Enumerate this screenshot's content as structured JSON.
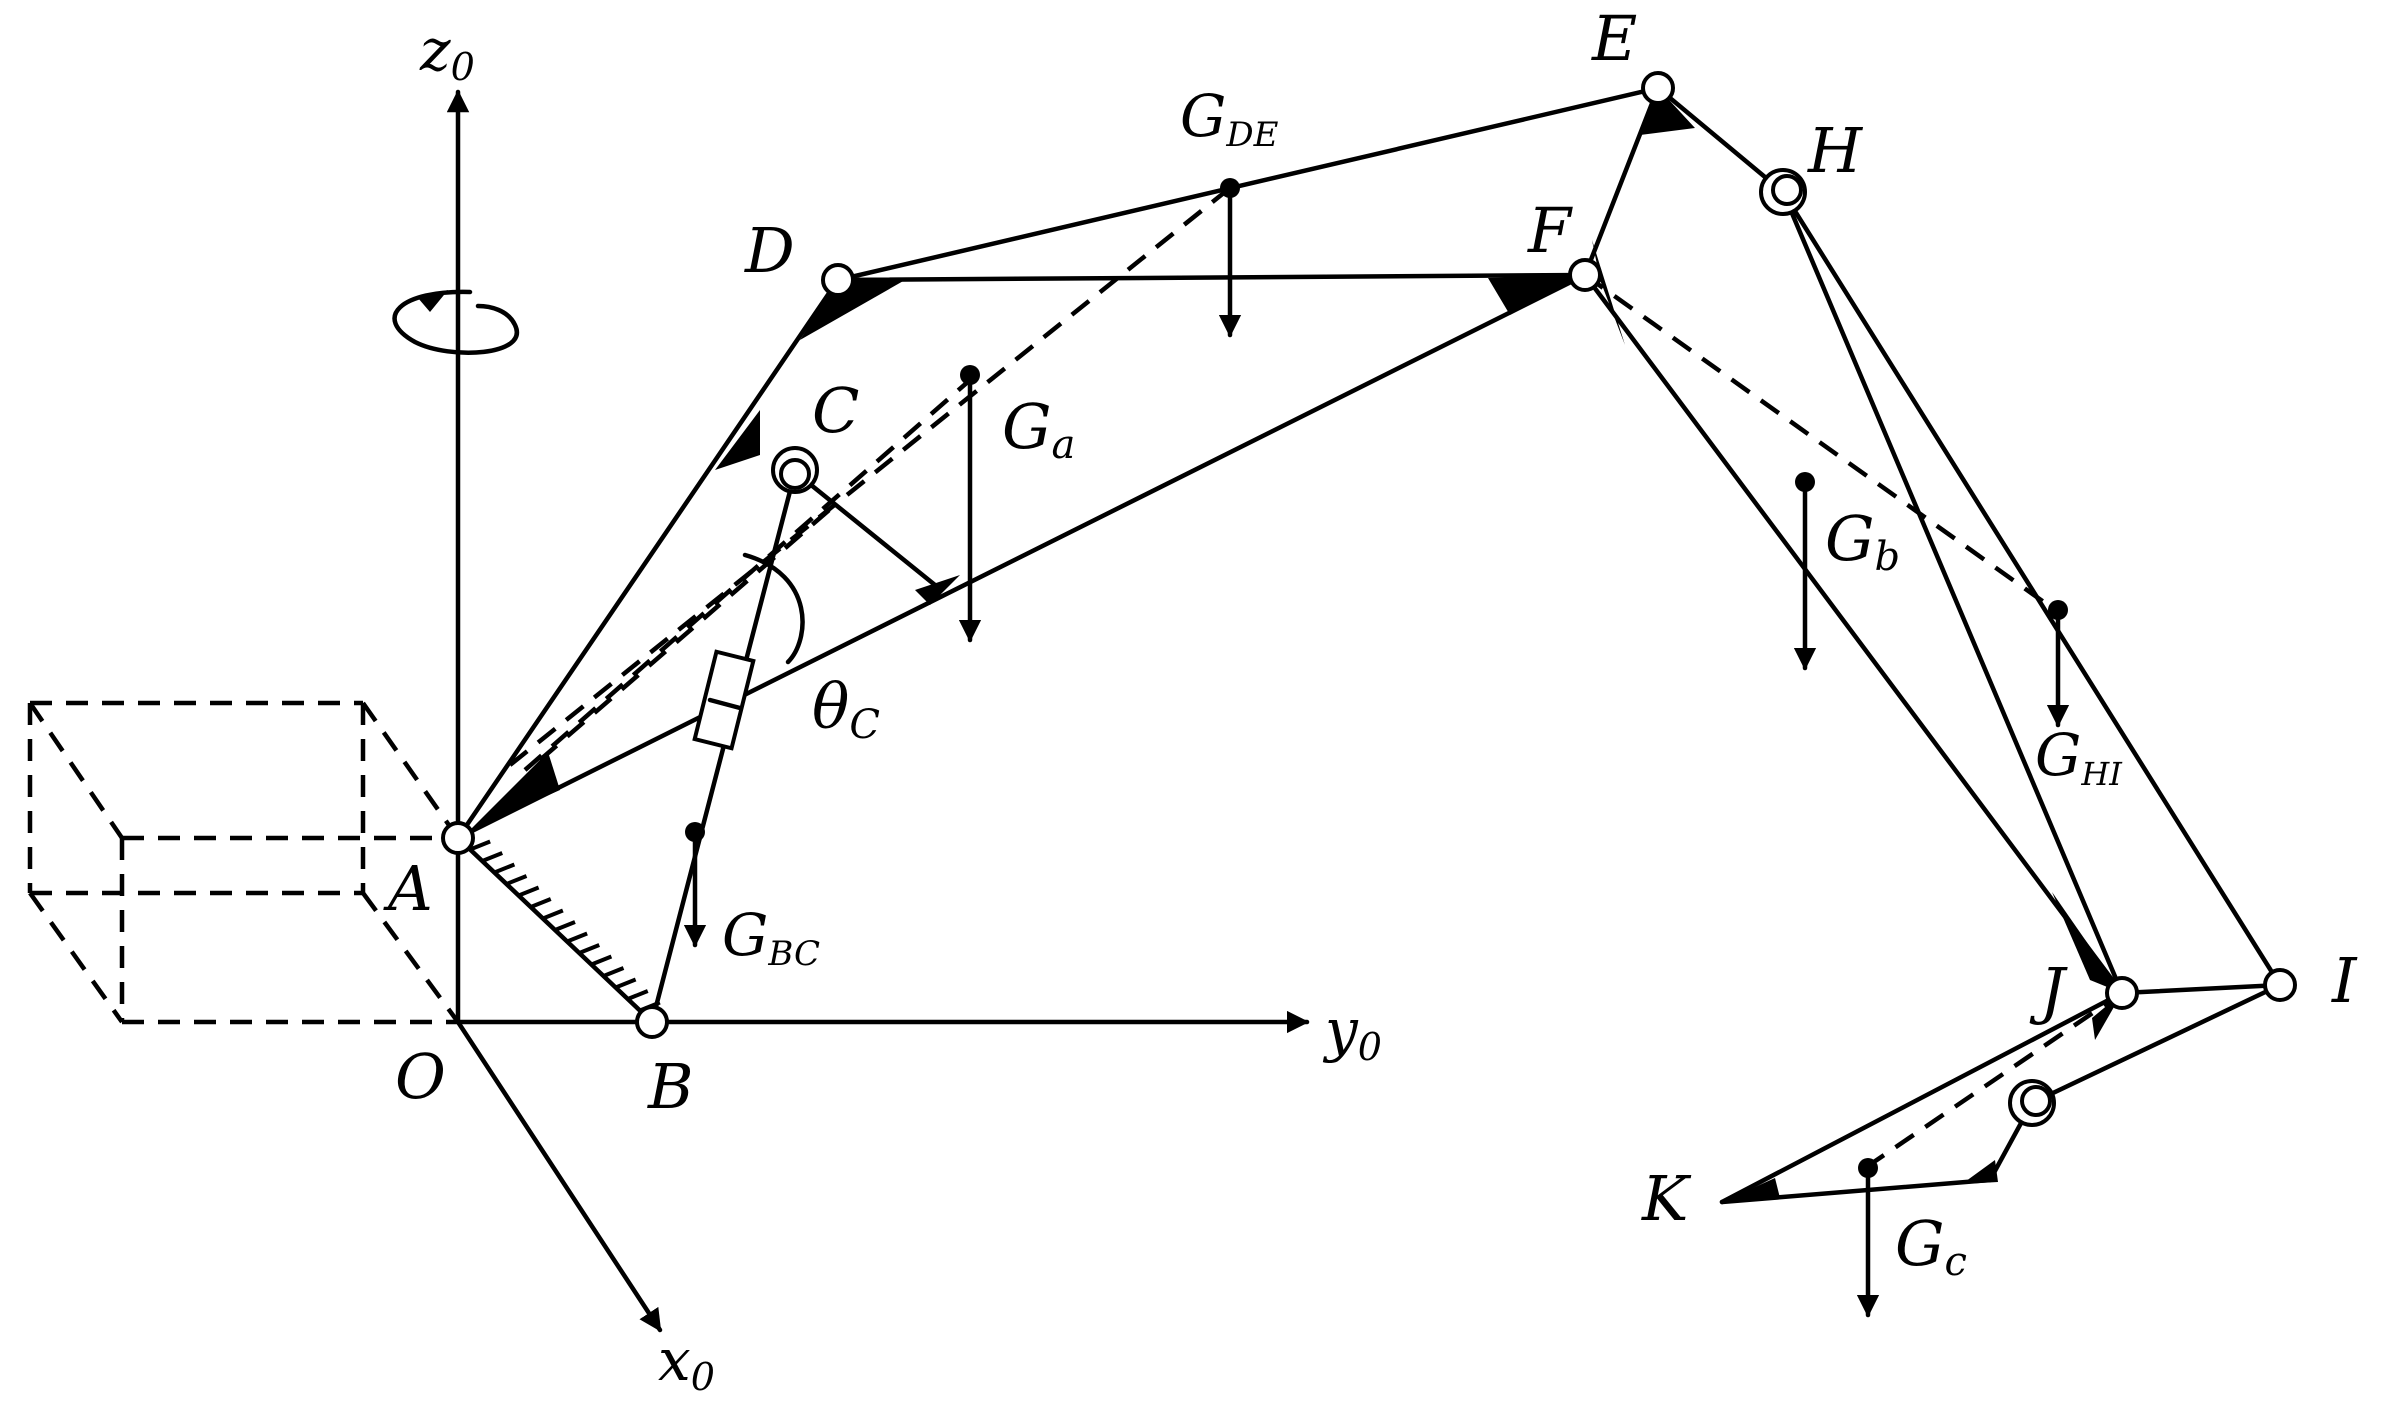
{
  "axes": {
    "z": {
      "base": "z",
      "sub": "0"
    },
    "y": {
      "base": "y",
      "sub": "0"
    },
    "x": {
      "base": "x",
      "sub": "0"
    },
    "origin": "O"
  },
  "points": {
    "A": "A",
    "B": "B",
    "C": "C",
    "D": "D",
    "E": "E",
    "F": "F",
    "H": "H",
    "I": "I",
    "J": "J",
    "K": "K"
  },
  "gravity": {
    "Ga": {
      "base": "G",
      "sub": "a"
    },
    "GDE": {
      "base": "G",
      "sub": "DE"
    },
    "GBC": {
      "base": "G",
      "sub": "BC"
    },
    "Gb": {
      "base": "G",
      "sub": "b"
    },
    "GHI": {
      "base": "G",
      "sub": "HI"
    },
    "Gc": {
      "base": "G",
      "sub": "c"
    }
  },
  "angle": {
    "base": "θ",
    "sub": "C"
  },
  "icons": {
    "rotation": "rotation-arrow-icon"
  }
}
